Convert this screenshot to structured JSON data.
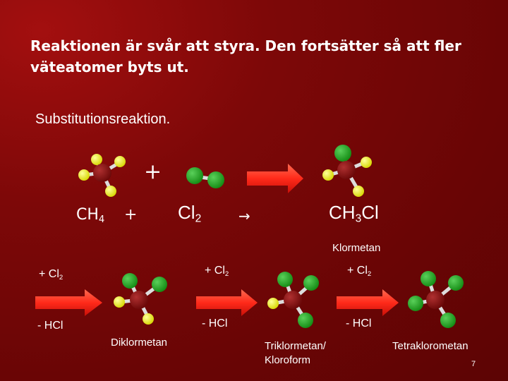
{
  "slide": {
    "title_line1": "Reaktionen är svår att styra. Den fortsätter så att fler",
    "title_line2": "väteatomer byts ut.",
    "subtitle": "Substitutionsreaktion.",
    "plus_symbol": "+",
    "equation": {
      "reactant1_base": "CH",
      "reactant1_sub": "4",
      "plus": "+",
      "reactant2_base": "Cl",
      "reactant2_sub": "2",
      "arrow": "→",
      "product_base1": "CH",
      "product_sub": "3",
      "product_base2": "Cl",
      "product_name": "Klormetan"
    },
    "steps": {
      "add_label_base": "+ Cl",
      "add_label_sub": "2",
      "remove_label": "- HCl"
    },
    "names": {
      "diklor": "Diklormetan",
      "triklor_line1": "Triklormetan/",
      "triklor_line2": "Kloroform",
      "tetraklor": "Tetraklorometan"
    },
    "page_number": "7"
  },
  "colors": {
    "background": "#6a0505",
    "carbon": "#8b1010",
    "hydrogen": "#eeee22",
    "chlorine": "#22a022",
    "arrow": "#ff3a2a"
  }
}
